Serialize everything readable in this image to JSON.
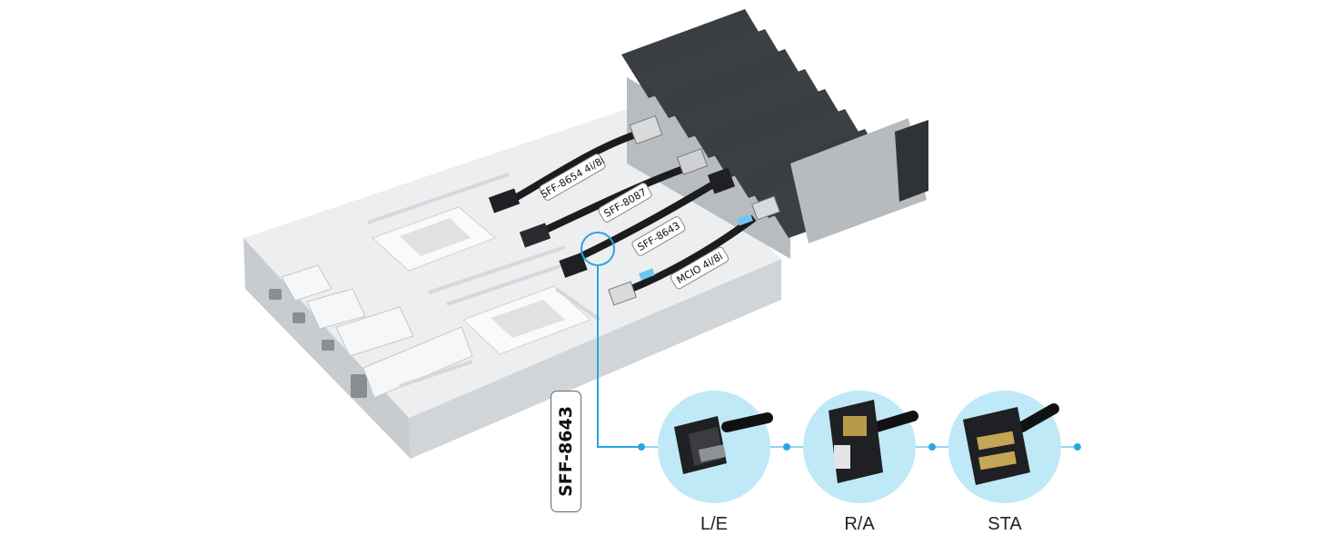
{
  "cable_labels": [
    "SFF-8654 4i/8i",
    "SFF-8087",
    "SFF-8643",
    "MCIO 4i/8i"
  ],
  "callout_label": "SFF-8643",
  "connector_variants": [
    "L/E",
    "R/A",
    "STA"
  ],
  "colors": {
    "accent": "#27a7e0",
    "circle_fill": "#bfe9f6",
    "chassis": "#e4e6e8",
    "drive": "#3a3d42"
  }
}
